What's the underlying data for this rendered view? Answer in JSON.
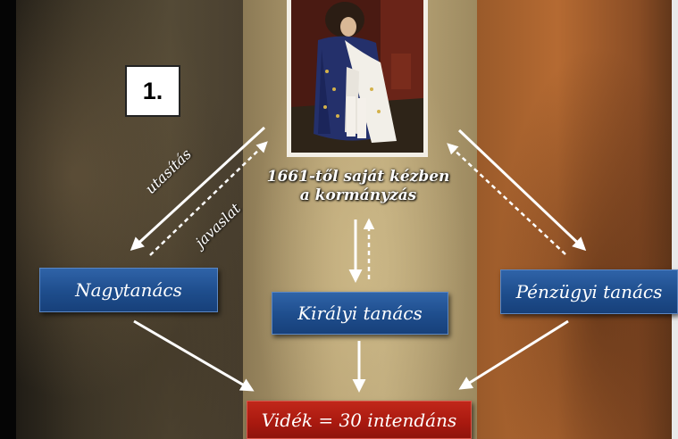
{
  "slide_number": "1.",
  "caption": {
    "line1": "1661-től saját kézben",
    "line2": "a kormányzás"
  },
  "labels": {
    "utasitas": "utasítás",
    "javaslat": "javaslat"
  },
  "boxes": {
    "nagytanacs": "Nagytanács",
    "kiralyi_tanacs": "Királyi tanács",
    "penzugyi_tanacs": "Pénzügyi tanács",
    "videk": "Vidék = 30 intendáns"
  },
  "colors": {
    "blue_box": "#1e4d8c",
    "red_box": "#a8190f",
    "left_band": "#3b3426",
    "middle_band": "#b8a375",
    "right_band": "#b56a32"
  }
}
